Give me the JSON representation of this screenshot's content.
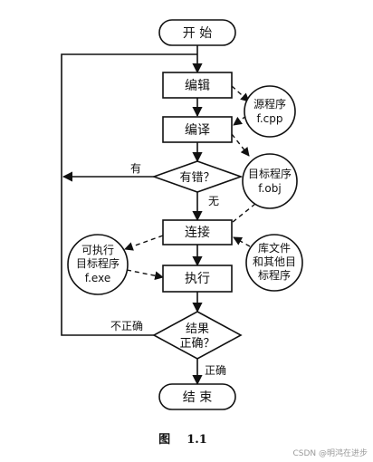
{
  "nodes": {
    "start": "开 始",
    "edit": "编辑",
    "compile": "编译",
    "decision_error": "有错？",
    "link": "连接",
    "run": "执行",
    "decision_result_line1": "结果",
    "decision_result_line2": "正确？",
    "end": "结 束"
  },
  "files": {
    "source_line1": "源程序",
    "source_line2": "f.cpp",
    "object_line1": "目标程序",
    "object_line2": "f.obj",
    "library_line1": "库文件",
    "library_line2": "和其他目",
    "library_line3": "标程序",
    "exe_line1": "可执行",
    "exe_line2": "目标程序",
    "exe_line3": "f.exe"
  },
  "edge_labels": {
    "has_error": "有",
    "no_error": "无",
    "incorrect": "不正确",
    "correct": "正确"
  },
  "caption": "图    1.1",
  "watermark": "CSDN @明鸿在进步"
}
